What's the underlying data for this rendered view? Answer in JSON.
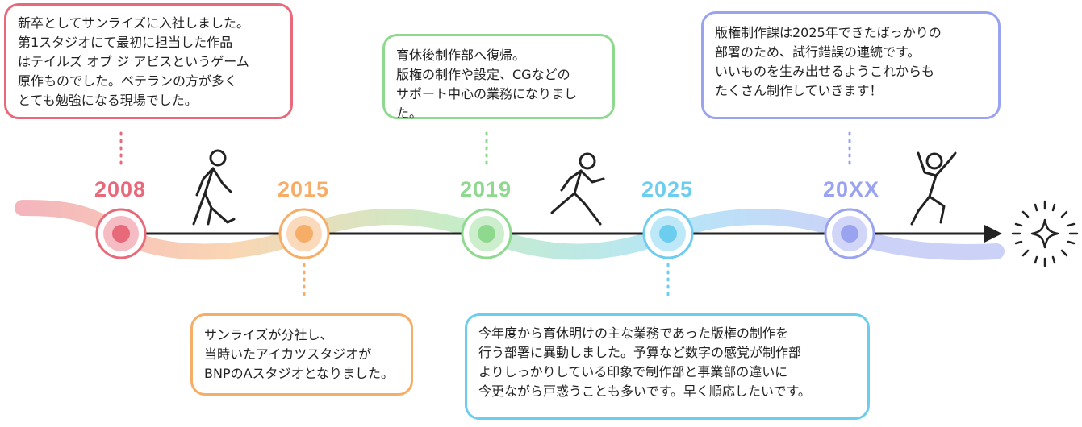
{
  "colors": {
    "red": "#e86a7a",
    "orange": "#f5ad68",
    "green": "#8fd98f",
    "blue": "#6dcdef",
    "purple": "#9aa3ef",
    "line": "#222222"
  },
  "milestones": [
    {
      "year": "2008",
      "text": "新卒としてサンライズに入社しました。\n第1スタジオにて最初に担当した作品\nはテイルズ オブ ジ アビスというゲーム\n原作ものでした。ベテランの方が多く\nとても勉強になる現場でした。"
    },
    {
      "year": "2015",
      "text": "サンライズが分社し、\n当時いたアイカツスタジオが\nBNPのAスタジオとなりました。"
    },
    {
      "year": "2019",
      "text": "育休後制作部へ復帰。\n版権の制作や設定、CGなどの\nサポート中心の業務になりました。"
    },
    {
      "year": "2025",
      "text": "今年度から育休明けの主な業務であった版権の制作を\n行う部署に異動しました。予算など数字の感覚が制作部\nよりしっかりしている印象で制作部と事業部の違いに\n今更ながら戸惑うことも多いです。早く順応したいです。"
    },
    {
      "year": "20XX",
      "text": "版権制作課は2025年できたばっかりの\n部署のため、試行錯誤の連続です。\nいいものを生み出せるようこれからも\nたくさん制作していきます！"
    }
  ],
  "icons": [
    "walking-person-icon",
    "running-person-icon",
    "jumping-person-icon",
    "sparkle-star-icon"
  ]
}
